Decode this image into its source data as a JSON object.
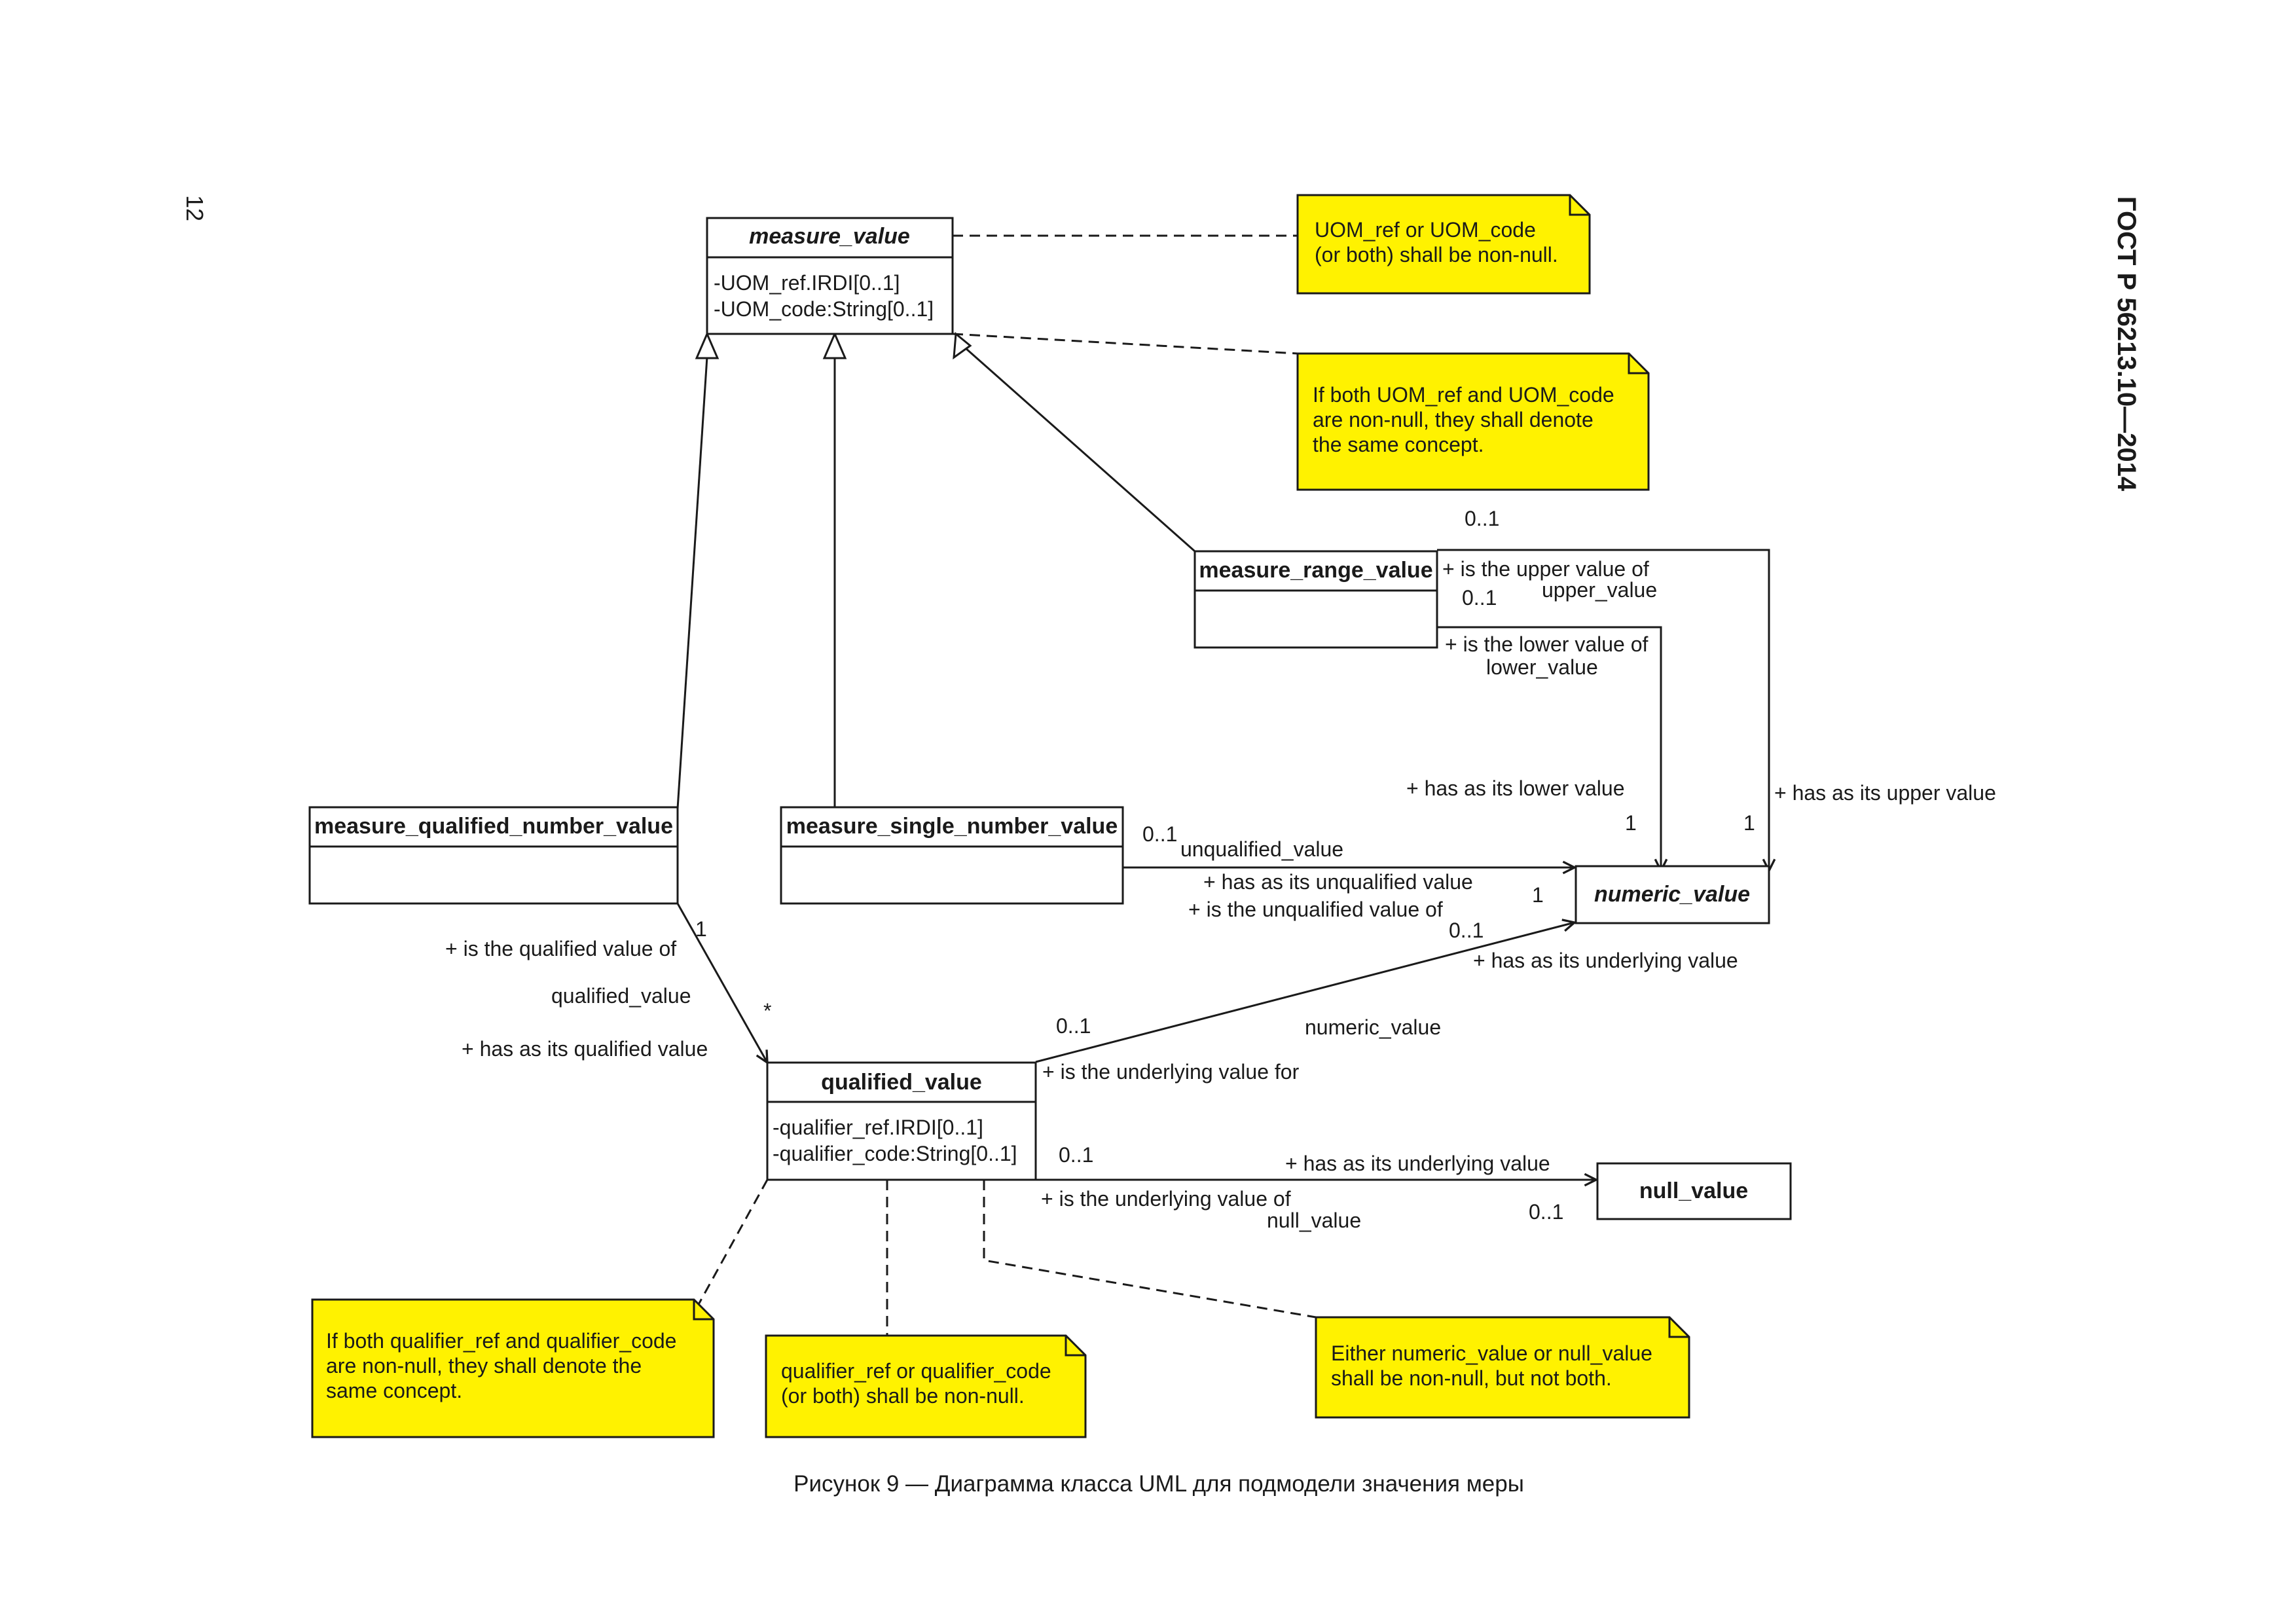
{
  "page": {
    "number": "12",
    "standard": "ГОСТ Р 56213.10—2014",
    "caption": "Рисунок 9 — Диаграмма класса UML для подмодели значения меры"
  },
  "classes": {
    "measure_value": {
      "name": "measure_value",
      "attr1": "-UOM_ref.IRDI[0..1]",
      "attr2": "-UOM_code:String[0..1]"
    },
    "measure_range_value": {
      "name": "measure_range_value"
    },
    "measure_qualified_number_value": {
      "name": "measure_qualified_number_value"
    },
    "measure_single_number_value": {
      "name": "measure_single_number_value"
    },
    "numeric_value": {
      "name": "numeric_value"
    },
    "qualified_value": {
      "name": "qualified_value",
      "attr1": "-qualifier_ref.IRDI[0..1]",
      "attr2": "-qualifier_code:String[0..1]"
    },
    "null_value": {
      "name": "null_value"
    }
  },
  "notes": {
    "uom_nonnull": {
      "line1": "UOM_ref or UOM_code",
      "line2": "(or both) shall be non-null."
    },
    "uom_same_concept": {
      "line1": "If both UOM_ref and UOM_code",
      "line2": "are non-null, they shall denote",
      "line3": "the same concept."
    },
    "qualifier_same_concept": {
      "line1": "If both qualifier_ref and qualifier_code",
      "line2": "are non-null, they shall denote the",
      "line3": "same concept."
    },
    "qualifier_nonnull": {
      "line1": "qualifier_ref or qualifier_code",
      "line2": "(or both) shall be non-null."
    },
    "either_value": {
      "line1": "Either numeric_value or null_value",
      "line2": "shall be non-null, but not both."
    }
  },
  "labels": {
    "upper_mult_top": "0..1",
    "upper_role_1": "+ is the upper value of",
    "upper_role_2": "upper_value",
    "lower_mult_top": "0..1",
    "lower_role_1": "+ is the lower value of",
    "lower_role_2": "lower_value",
    "has_lower": "+ has as its lower value",
    "lower_mult_end": "1",
    "upper_mult_end": "1",
    "has_upper": "+ has as its upper value",
    "unq_mult_start": "0..1",
    "unq_role": "unqualified_value",
    "has_unqualified": "+ has as its unqualified value",
    "is_unqualified": "+ is the unqualified value of",
    "unq_mult_end": "1",
    "und_mult_end": "0..1",
    "has_underlying": "+ has as its underlying value",
    "und_mult_start": "0..1",
    "numeric_role": "numeric_value",
    "is_underlying_for": "+ is the underlying value for",
    "is_qualified_of": "+ is the qualified value of",
    "q_mult_start": "1",
    "qualified_role": "qualified_value",
    "q_mult_end": "*",
    "has_qualified": "+ has as its qualified value",
    "null_mult_start": "0..1",
    "has_underlying_null": "+ has as its underlying value",
    "is_underlying_of": "+ is the underlying value of",
    "null_role": "null_value",
    "null_mult_end": "0..1"
  }
}
